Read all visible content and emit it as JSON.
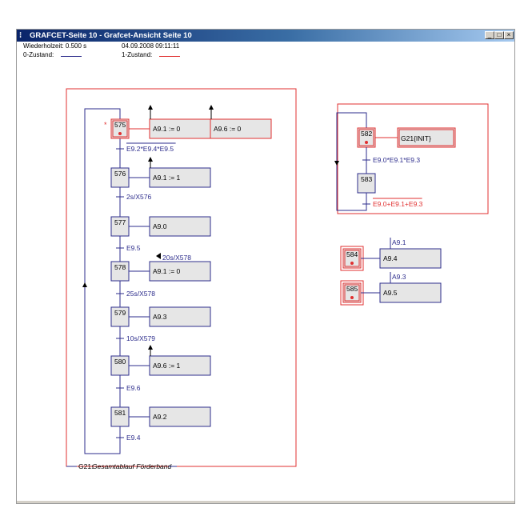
{
  "window": {
    "title": "GRAFCET-Seite 10 - Grafcet-Ansicht Seite 10",
    "minimize_symbol": "_",
    "maximize_symbol": "□",
    "close_symbol": "×"
  },
  "info": {
    "repeat_time": "Wiederholzeit: 0.500 s",
    "datetime": "04.09.2008 09:11:11",
    "state0_label": "0-Zustand:",
    "state1_label": "1-Zustand:"
  },
  "colors": {
    "state0": "#2d2d8c",
    "state1": "#e03030",
    "step_fill": "#e6e6e6",
    "title_active": "#0a246a"
  },
  "main_grafcet": {
    "steps": [
      {
        "id": "575",
        "active": true,
        "initial": true
      },
      {
        "id": "576"
      },
      {
        "id": "577"
      },
      {
        "id": "578"
      },
      {
        "id": "579"
      },
      {
        "id": "580"
      },
      {
        "id": "581"
      }
    ],
    "actions": [
      {
        "text": "A9.1 := 0"
      },
      {
        "text": "A9.6 := 0"
      },
      {
        "text": "A9.1 := 1"
      },
      {
        "text": "A9.0"
      },
      {
        "text": "A9.1 := 0"
      },
      {
        "text": "A9.3"
      },
      {
        "text": "A9.6 := 1"
      },
      {
        "text": "A9.2"
      }
    ],
    "transitions": [
      {
        "text": "E9.2*E9.4*E9.5"
      },
      {
        "text": "2s/X576"
      },
      {
        "text": "E9.5"
      },
      {
        "text": "25s/X578"
      },
      {
        "text": "10s/X579"
      },
      {
        "text": "E9.6"
      },
      {
        "text": "E9.4"
      }
    ],
    "event_label": "20s/X578",
    "footer": {
      "id": "G21:",
      "name": "Gesamtablauf Förderband"
    }
  },
  "init_grafcet": {
    "steps": [
      {
        "id": "582",
        "active": true
      },
      {
        "id": "583"
      }
    ],
    "action": "G21{INIT}",
    "transitions": [
      {
        "text": "E9.0*E9.1*E9.3"
      },
      {
        "text": "E9.0+E9.1+E9.3"
      }
    ]
  },
  "single_steps": [
    {
      "id": "584",
      "active": true,
      "action": "A9.4",
      "label": "A9.1"
    },
    {
      "id": "585",
      "active": true,
      "action": "A9.5",
      "label": "A9.3"
    }
  ]
}
